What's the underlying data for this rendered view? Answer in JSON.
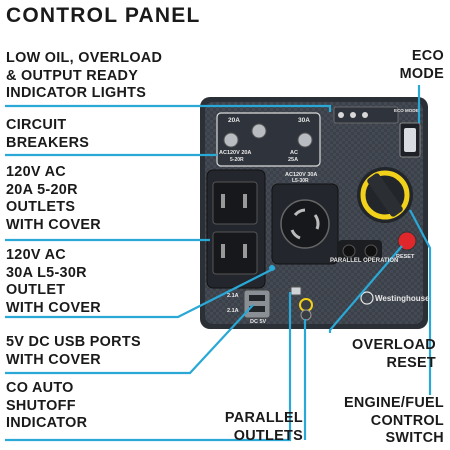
{
  "title": "CONTROL PANEL",
  "callouts": {
    "indicators": "LOW OIL, OVERLOAD\n& OUTPUT READY\nINDICATOR LIGHTS",
    "breakers": "CIRCUIT\nBREAKERS",
    "outlet_20a": "120V AC\n20A 5-20R\nOUTLETS\nWITH COVER",
    "outlet_30a": "120V AC\n30A L5-30R\nOUTLET\nWITH COVER",
    "usb": "5V DC USB PORTS\nWITH COVER",
    "co": "CO AUTO\nSHUTOFF\nINDICATOR",
    "parallel": "PARALLEL\nOUTLETS",
    "eco": "ECO\nMODE",
    "reset": "OVERLOAD\nRESET",
    "switch": "ENGINE/FUEL\nCONTROL\nSWITCH"
  },
  "panel": {
    "breaker_left": "20A",
    "breaker_right": "30A",
    "breaker_label_left": "AC120V 20A\n5-20R",
    "breaker_label_right": "AC\n25A",
    "outlet_30_label": "AC120V 30A\nL5-30R",
    "parallel_label": "PARALLEL OPERATION",
    "reset_label": "RESET",
    "usb_a": "2.1A",
    "usb_b": "2.1A",
    "dc": "DC 5V",
    "brand": "Westinghouse",
    "eco_small": "ECO MODE"
  },
  "colors": {
    "accent": "#2aa8d6",
    "panel": "#3a3f47",
    "knob": "#f2d11b"
  }
}
